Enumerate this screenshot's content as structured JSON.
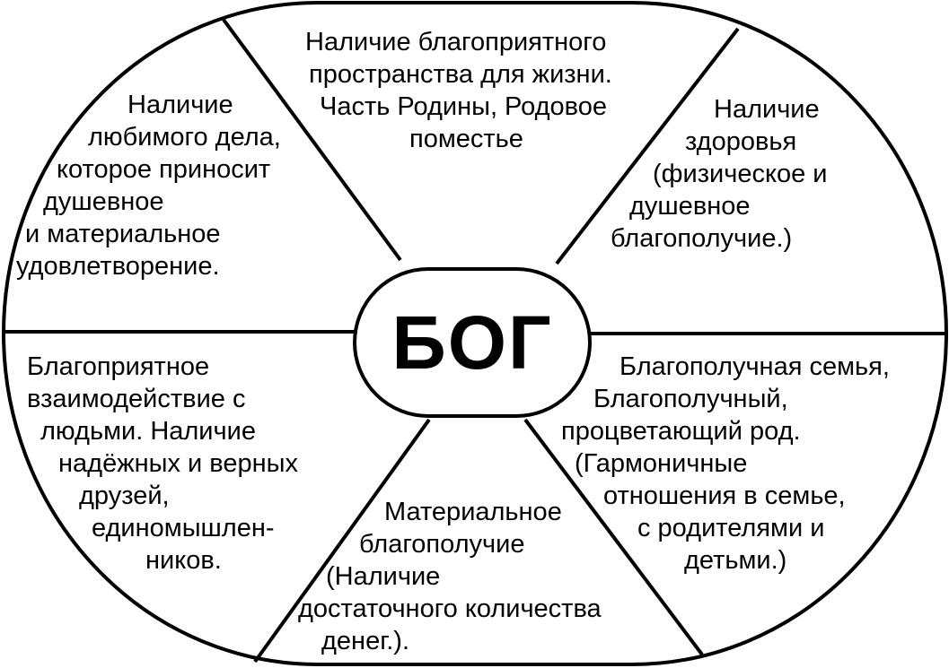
{
  "center": {
    "label": "БОГ"
  },
  "segments": {
    "top": {
      "lines": [
        "Наличие благоприятного",
        "пространства для жизни.",
        "Часть Родины, Родовое",
        "поместье"
      ]
    },
    "top_right": {
      "lines": [
        "Наличие",
        "здоровья",
        "(физическое и",
        "душевное",
        "благополучие.)"
      ]
    },
    "bottom_right": {
      "lines": [
        "Благополучная семья,",
        "Благополучный,",
        "процветающий род.",
        "(Гармоничные",
        "отношения в семье,",
        "с родителями и",
        "детьми.)"
      ]
    },
    "bottom": {
      "lines": [
        "Материальное",
        "благополучие",
        "(Наличие",
        "достаточного количества",
        "денег.)."
      ]
    },
    "bottom_left": {
      "lines": [
        "Благоприятное",
        "взаимодействие с",
        "людьми. Наличие",
        "надёжных и верных",
        "друзей,",
        "единомышлен-",
        "ников."
      ]
    },
    "top_left": {
      "lines": [
        "Наличие",
        "любимого дела,",
        "которое приносит",
        "душевное",
        "и материальное",
        "удовлетворение."
      ]
    }
  }
}
